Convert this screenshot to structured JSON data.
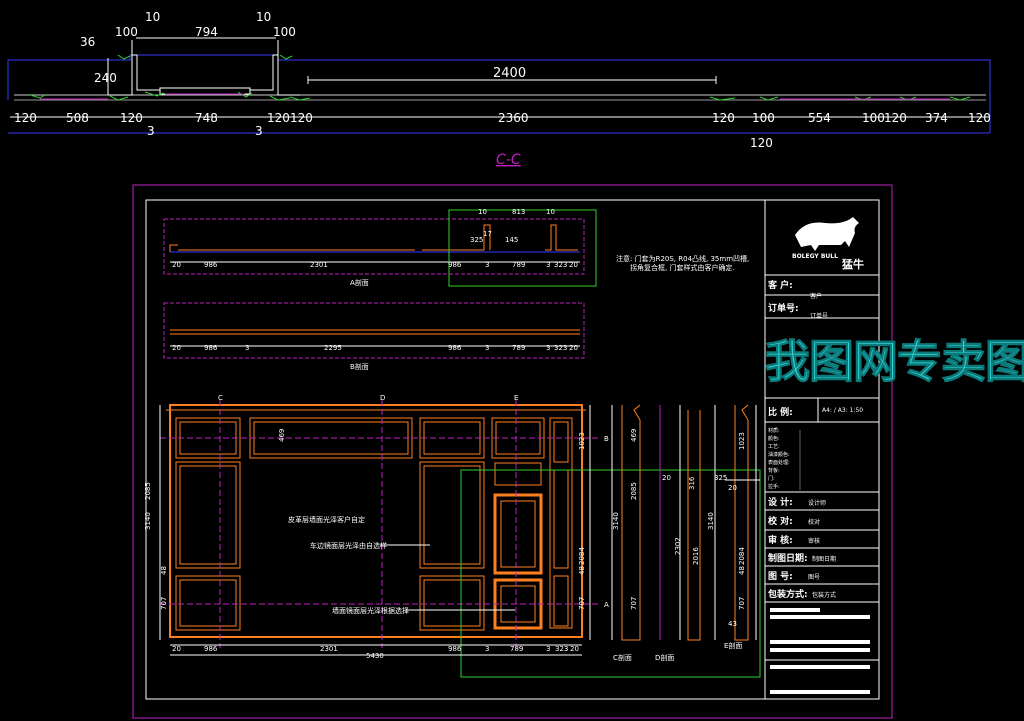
{
  "section_plan": {
    "title": "C-C",
    "top_dims": [
      "10",
      "794",
      "10",
      "36",
      "100",
      "100",
      "240"
    ],
    "span_dim": "2400",
    "bottom_dims": [
      "120",
      "508",
      "120",
      "748",
      "120",
      "120",
      "2360",
      "120",
      "100",
      "554",
      "100",
      "120",
      "374",
      "120"
    ],
    "small_dims": [
      "3",
      "3",
      "120"
    ]
  },
  "drawing": {
    "note_line1": "注意: 门套为R20S, R04凸线, 35mm凹槽,",
    "note_line2": "拐角复合框, 门套样式由客户确定.",
    "a_section": {
      "dims": [
        "20",
        "986",
        "2301",
        "986",
        "3",
        "789",
        "3",
        "323",
        "20"
      ],
      "label": "A剖面",
      "detail_dims": [
        "10",
        "10",
        "813",
        "325",
        "17",
        "145"
      ]
    },
    "b_section": {
      "dims": [
        "20",
        "986",
        "3",
        "2295",
        "986",
        "3",
        "789",
        "3",
        "323",
        "20"
      ],
      "label": "B剖面"
    },
    "elevation": {
      "top_markers": [
        "C",
        "D",
        "E"
      ],
      "left_dims": [
        "2085",
        "3140",
        "48",
        "707"
      ],
      "right_dims": [
        "1023",
        "2084",
        "48",
        "707"
      ],
      "center_dim": "469",
      "note1": "皮革层墙面光泽客户自定",
      "note2": "车边镜面层光泽由自选样",
      "note3": "墙面镜面层光泽根据选择",
      "bottom_dims": [
        "20",
        "986",
        "2301",
        "986",
        "3",
        "789",
        "3",
        "323",
        "20"
      ],
      "total": "5430",
      "side_markers": [
        "A",
        "B"
      ]
    },
    "c_section": {
      "label": "C剖面",
      "dims": [
        "469",
        "2085",
        "3140",
        "707"
      ]
    },
    "d_section": {
      "label": "D剖面",
      "dims": [
        "20",
        "316",
        "2302",
        "2016",
        "3140"
      ]
    },
    "e_section": {
      "label": "E剖面",
      "dims": [
        "325",
        "20",
        "1023",
        "2084",
        "48",
        "707",
        "43"
      ]
    },
    "title_block": {
      "logo_text": "BOLEGY BULL",
      "logo_mark": "猛牛",
      "rows": [
        {
          "label": "客  户:",
          "value": "客户"
        },
        {
          "label": "订单号:",
          "value": "订单号"
        },
        {
          "label": "比   例:",
          "value": "A4: / A3: 1:50"
        },
        {
          "label": "设  计:",
          "value": "设计师"
        },
        {
          "label": "校   对:",
          "value": "校对"
        },
        {
          "label": "审   核:",
          "value": "审核"
        },
        {
          "label": "制图日期:",
          "value": "制图日期"
        },
        {
          "label": "图   号:",
          "value": "图号"
        },
        {
          "label": "包装方式:",
          "value": "包装方式"
        }
      ],
      "spec_rows": [
        "材质:",
        "颜色:",
        "工艺:",
        "油漆颜色:",
        "表面处理:",
        "背板:",
        "门:",
        "拉手:"
      ]
    },
    "watermark": "我图网专卖图库"
  },
  "colors": {
    "background": "#000000",
    "magenta": "#c020c0",
    "orange": "#ff7f1f",
    "blue": "#3a3aff",
    "green": "#2fd02f",
    "white": "#ffffff",
    "cyan": "#3ad6d6"
  }
}
